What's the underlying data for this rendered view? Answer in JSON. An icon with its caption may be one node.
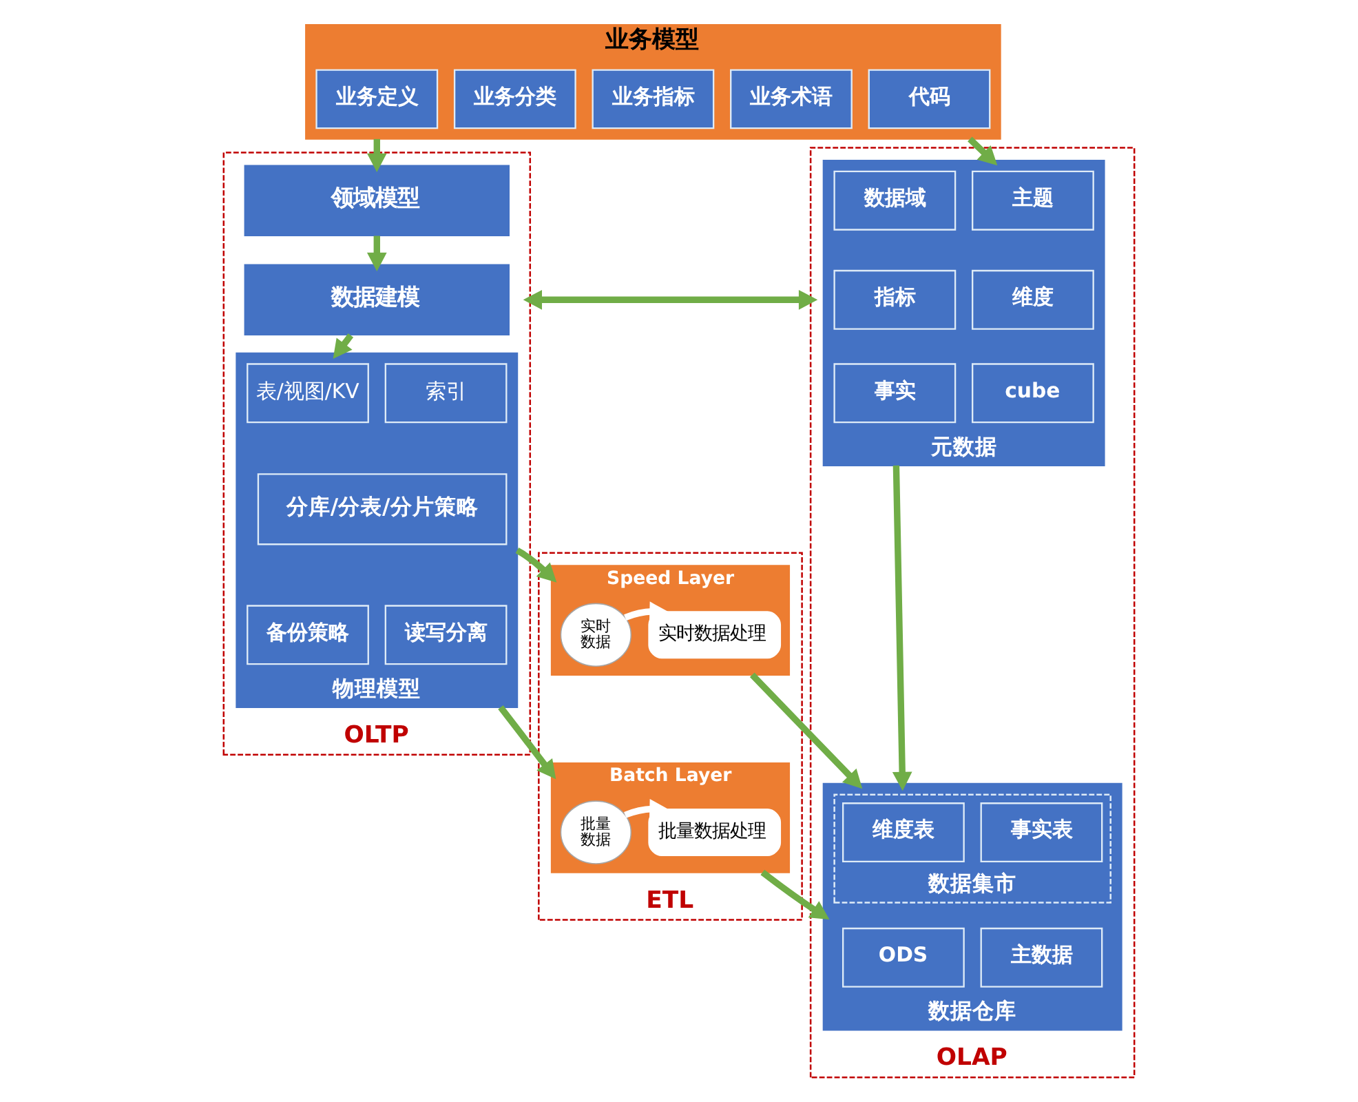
{
  "diagram": {
    "nodes": [
      {
        "text": [
          "业务模型"
        ]
      },
      {
        "text": [
          "业务定义"
        ],
        "in": 0
      },
      {
        "text": [
          "业务分类"
        ],
        "in": 0
      },
      {
        "text": [
          "业务指标"
        ],
        "in": 0
      },
      {
        "text": [
          "业务术语"
        ],
        "in": 0
      },
      {
        "text": [
          "代码"
        ],
        "in": 0
      },
      {
        "text": [
          "OLTP"
        ]
      },
      {
        "text": [
          "领域模型"
        ],
        "in": 6
      },
      {
        "text": [
          "数据建模"
        ],
        "in": 6
      },
      {
        "text": [
          "物理模型"
        ],
        "in": 6
      },
      {
        "text": [
          "表/视图/KV"
        ],
        "in": 9
      },
      {
        "text": [
          "索引"
        ],
        "in": 9
      },
      {
        "text": [
          "分库/分表/分片策略"
        ],
        "in": 9
      },
      {
        "text": [
          "备份策略"
        ],
        "in": 9
      },
      {
        "text": [
          "读写分离"
        ],
        "in": 9
      },
      {
        "text": [
          "ETL"
        ]
      },
      {
        "text": [
          "Speed Layer"
        ],
        "in": 15
      },
      {
        "text": [
          "实时数据"
        ],
        "in": 16
      },
      {
        "text": [
          "实时数据处理"
        ],
        "in": 16
      },
      {
        "text": [
          "Batch Layer"
        ],
        "in": 15
      },
      {
        "text": [
          "批量数据"
        ],
        "in": 19
      },
      {
        "text": [
          "批量数据处理"
        ],
        "in": 19
      },
      {
        "text": [
          "OLAP"
        ]
      },
      {
        "text": [
          "元数据"
        ],
        "in": 22
      },
      {
        "text": [
          "数据域"
        ],
        "in": 23
      },
      {
        "text": [
          "主题"
        ],
        "in": 23
      },
      {
        "text": [
          "指标"
        ],
        "in": 23
      },
      {
        "text": [
          "维度"
        ],
        "in": 23
      },
      {
        "text": [
          "事实"
        ],
        "in": 23
      },
      {
        "text": [
          "cube"
        ],
        "in": 23
      },
      {
        "text": [
          "数据仓库"
        ],
        "in": 22
      },
      {
        "text": [
          "数据集市"
        ],
        "in": 30
      },
      {
        "text": [
          "维度表"
        ],
        "in": 31
      },
      {
        "text": [
          "事实表"
        ],
        "in": 31
      },
      {
        "text": [
          "ODS"
        ],
        "in": 30
      },
      {
        "text": [
          "主数据"
        ],
        "in": 30
      }
    ],
    "edges": [
      {
        "from": 0,
        "to": 7,
        "arrow": "to"
      },
      {
        "from": 0,
        "to": 23,
        "arrow": "to"
      },
      {
        "from": 7,
        "to": 8,
        "arrow": "to"
      },
      {
        "from": 8,
        "to": 9,
        "arrow": "to"
      },
      {
        "from": 6,
        "to": 22,
        "arrow": "both"
      },
      {
        "from": 9,
        "to": 16,
        "arrow": "to"
      },
      {
        "from": 9,
        "to": 19,
        "arrow": "to"
      },
      {
        "from": 17,
        "to": 18,
        "arrow": "to",
        "color": "#ffffff"
      },
      {
        "from": 20,
        "to": 21,
        "arrow": "to",
        "color": "#ffffff"
      },
      {
        "from": 16,
        "to": 30,
        "arrow": "to"
      },
      {
        "from": 19,
        "to": 30,
        "arrow": "to"
      },
      {
        "from": 23,
        "to": 30,
        "arrow": "to"
      }
    ]
  }
}
